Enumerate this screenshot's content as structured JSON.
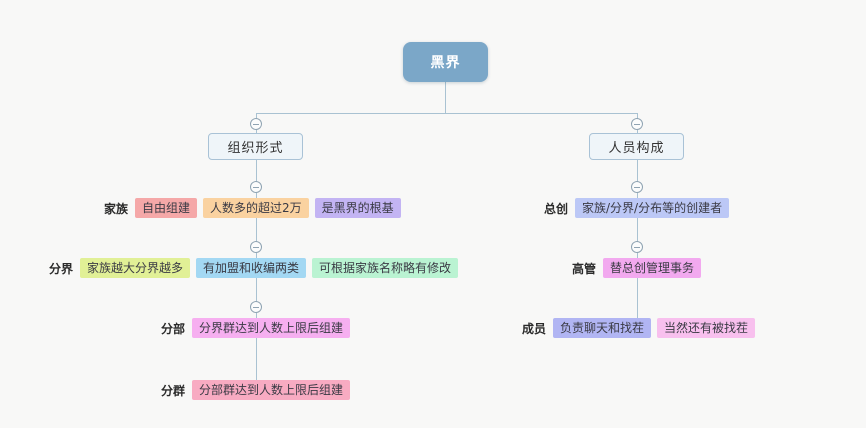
{
  "canvas": {
    "background": "#f8f8f7",
    "connector_color": "#a9c2d2"
  },
  "root": {
    "label": "黑界",
    "color": "#7ba7c8",
    "text_color": "#ffffff"
  },
  "branches": [
    {
      "header": {
        "label": "组织形式",
        "has_collapse_icon": true
      },
      "rows": [
        {
          "label": "家族",
          "has_collapse_icon": true,
          "nodes": [
            {
              "text": "自由组建",
              "color": "#f5a8a8"
            },
            {
              "text": "人数多的超过2万",
              "color": "#fad2a0"
            },
            {
              "text": "是黑界的根基",
              "color": "#c3b4f3"
            }
          ]
        },
        {
          "label": "分界",
          "has_collapse_icon": true,
          "nodes": [
            {
              "text": "家族越大分界越多",
              "color": "#e1f096"
            },
            {
              "text": "有加盟和收编两类",
              "color": "#a3d8f3"
            },
            {
              "text": "可根据家族名称略有修改",
              "color": "#baf3d2"
            }
          ]
        },
        {
          "label": "分部",
          "has_collapse_icon": true,
          "nodes": [
            {
              "text": "分界群达到人数上限后组建",
              "color": "#f6aff0"
            }
          ]
        },
        {
          "label": "分群",
          "has_collapse_icon": false,
          "nodes": [
            {
              "text": "分部群达到人数上限后组建",
              "color": "#f8abc2"
            }
          ]
        }
      ]
    },
    {
      "header": {
        "label": "人员构成",
        "has_collapse_icon": true
      },
      "rows": [
        {
          "label": "总创",
          "has_collapse_icon": true,
          "nodes": [
            {
              "text": "家族/分界/分布等的创建者",
              "color": "#bcc8f6"
            }
          ]
        },
        {
          "label": "高管",
          "has_collapse_icon": true,
          "nodes": [
            {
              "text": "替总创管理事务",
              "color": "#f2a9ef"
            }
          ]
        },
        {
          "label": "成员",
          "has_collapse_icon": false,
          "nodes": [
            {
              "text": "负责聊天和找茬",
              "color": "#b1b5f3"
            },
            {
              "text": "当然还有被找茬",
              "color": "#f8c0ee"
            }
          ]
        }
      ]
    }
  ]
}
